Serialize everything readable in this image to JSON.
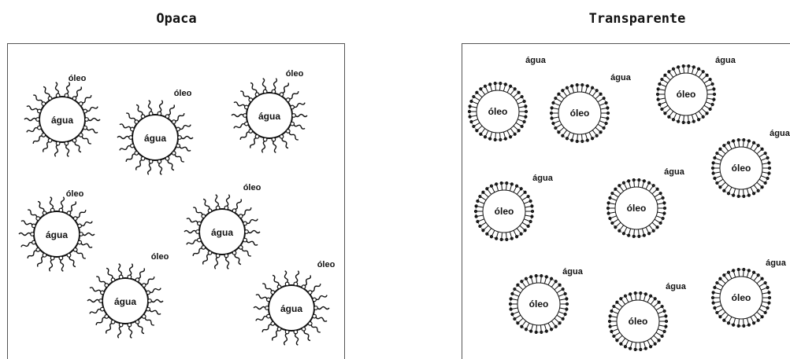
{
  "panels": {
    "opaca": {
      "title": "Opaca",
      "inner_label": "água",
      "outer_label": "óleo"
    },
    "transparente": {
      "title": "Transparente",
      "inner_label": "óleo",
      "outer_label": "água"
    }
  },
  "icons": {
    "opaca_droplet": "water-in-oil-micelle-icon",
    "transparente_droplet": "oil-in-water-micelle-icon"
  },
  "colors": {
    "stroke": "#111111",
    "border": "#555555",
    "background": "#ffffff"
  }
}
